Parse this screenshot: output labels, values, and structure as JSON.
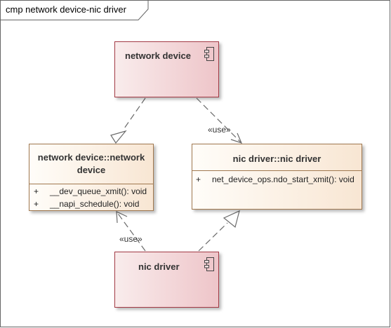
{
  "frame": {
    "title": "cmp network device-nic driver"
  },
  "components": {
    "network_device": {
      "name": "network device",
      "icon": "component-icon"
    },
    "nic_driver": {
      "name": "nic driver",
      "icon": "component-icon"
    }
  },
  "classes": {
    "network_device_cls": {
      "title_line1": "network device::network",
      "title_line2": "device",
      "operations": [
        {
          "visibility": "+",
          "signature": "__dev_queue_xmit(): void"
        },
        {
          "visibility": "+",
          "signature": "__napi_schedule(): void"
        }
      ]
    },
    "nic_driver_cls": {
      "title": "nic driver::nic driver",
      "operations": [
        {
          "visibility": "+",
          "signature": "net_device_ops.ndo_start_xmit(): void"
        }
      ]
    }
  },
  "stereotypes": {
    "use_top": "«use»",
    "use_bottom": "«use»"
  },
  "colors": {
    "component_border": "#a33a45",
    "class_border": "#a0784f",
    "connector": "#6b6b6b"
  }
}
